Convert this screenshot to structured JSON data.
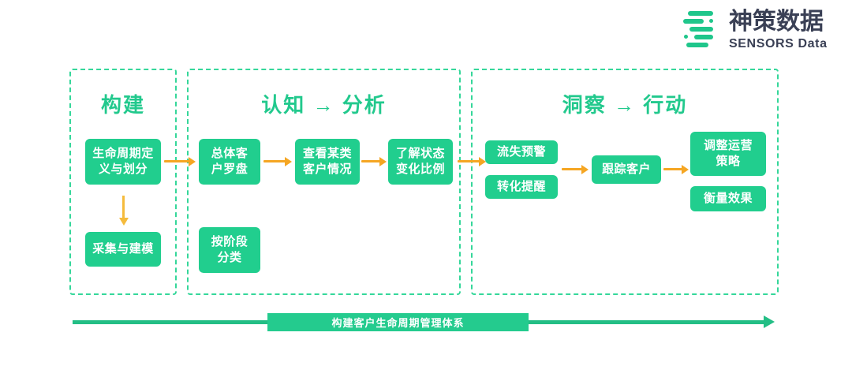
{
  "brand": {
    "logo_icon": "sensors-data-logo-icon",
    "name_cn": "神策数据",
    "name_en": "SENSORS Data",
    "colors": {
      "green": "#21CE8E",
      "dark": "#3A4055",
      "orange": "#F5A623"
    }
  },
  "panels": [
    {
      "id": "panel-0",
      "title": "构建",
      "nodes": [
        {
          "id": "n-lifecycle",
          "label": "生命周期定\n义与划分"
        },
        {
          "id": "n-collect",
          "label": "采集与建模"
        }
      ]
    },
    {
      "id": "panel-1",
      "title": "认知 → 分析",
      "nodes": [
        {
          "id": "n-compass",
          "label": "总体客\n户罗盘"
        },
        {
          "id": "n-viewtype",
          "label": "查看某类\n客户情况"
        },
        {
          "id": "n-ratio",
          "label": "了解状态\n变化比例"
        },
        {
          "id": "n-stage",
          "label": "按阶段\n分类"
        }
      ]
    },
    {
      "id": "panel-2",
      "title": "洞察 → 行动",
      "nodes": [
        {
          "id": "n-churn",
          "label": "流失预警"
        },
        {
          "id": "n-convert",
          "label": "转化提醒"
        },
        {
          "id": "n-track",
          "label": "跟踪客户"
        },
        {
          "id": "n-strategy",
          "label": "调整运营\n策略"
        },
        {
          "id": "n-measure",
          "label": "衡量效果"
        }
      ]
    }
  ],
  "connectors": {
    "panel1_to_panel2": "arrow-right",
    "panel2_step_a": "arrow-right",
    "panel2_step_b": "arrow-right",
    "panel2_to_panel3": "arrow-right",
    "panel3_step_a": "arrow-right",
    "panel3_step_b": "arrow-right",
    "panel1_down": "arrow-down"
  },
  "footer": {
    "label": "构建客户生命周期管理体系",
    "arrow": "arrow-right-long"
  }
}
